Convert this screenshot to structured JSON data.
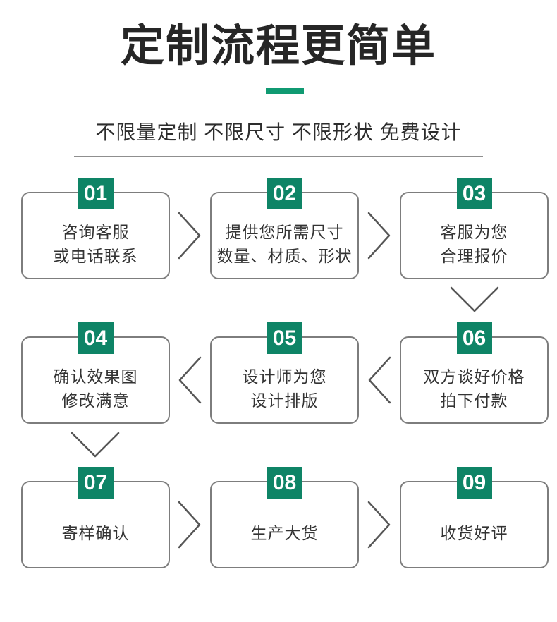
{
  "header": {
    "title": "定制流程更简单",
    "subtitle": "不限量定制 不限尺寸 不限形状 免费设计"
  },
  "colors": {
    "badge_green": "#0E8466",
    "accent_bar": "#109A72"
  },
  "icons": {
    "arrow_right": "chevron-right",
    "arrow_left": "chevron-left",
    "arrow_down": "chevron-down"
  },
  "steps": [
    {
      "num": "01",
      "line1": "咨询客服",
      "line2": "或电话联系"
    },
    {
      "num": "02",
      "line1": "提供您所需尺寸",
      "line2": "数量、材质、形状"
    },
    {
      "num": "03",
      "line1": "客服为您",
      "line2": "合理报价"
    },
    {
      "num": "04",
      "line1": "确认效果图",
      "line2": "修改满意"
    },
    {
      "num": "05",
      "line1": "设计师为您",
      "line2": "设计排版"
    },
    {
      "num": "06",
      "line1": "双方谈好价格",
      "line2": "拍下付款"
    },
    {
      "num": "07",
      "line1": "寄样确认"
    },
    {
      "num": "08",
      "line1": "生产大货"
    },
    {
      "num": "09",
      "line1": "收货好评"
    }
  ]
}
